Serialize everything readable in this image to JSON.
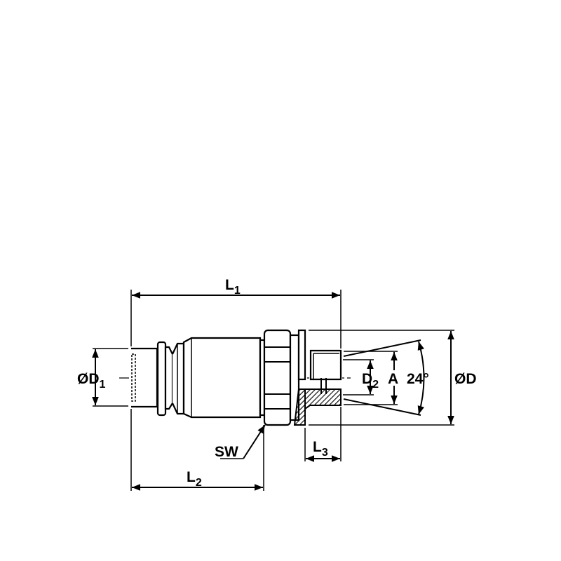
{
  "drawing": {
    "labels": {
      "L1": "L",
      "L1_sub": "1",
      "L2": "L",
      "L2_sub": "2",
      "L3": "L",
      "L3_sub": "3",
      "D1": "ØD",
      "D1_sub": "1",
      "D2": "D",
      "D2_sub": "2",
      "A": "A",
      "angle": "24°",
      "D": "ØD",
      "SW": "SW"
    },
    "colors": {
      "line": "#000000",
      "background": "#ffffff"
    }
  }
}
